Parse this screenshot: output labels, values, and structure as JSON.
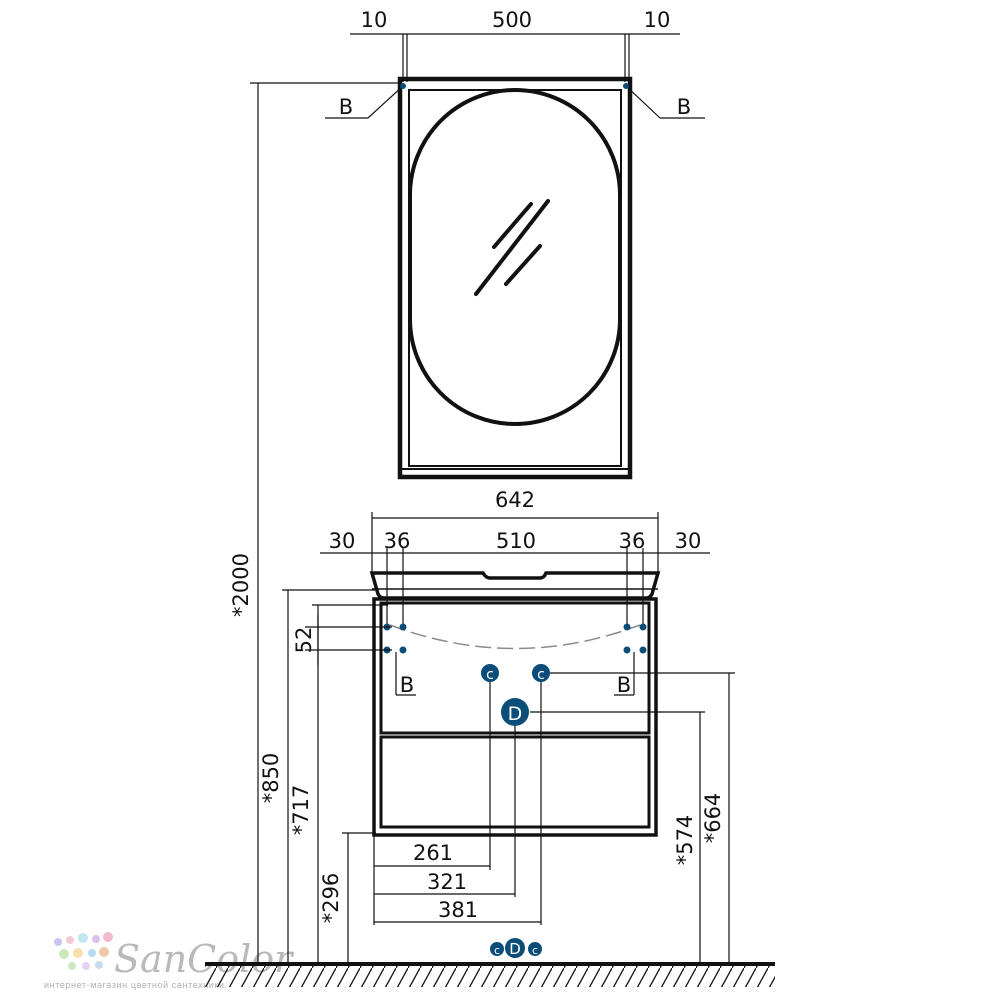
{
  "mirror": {
    "dims_top": {
      "left_margin": "10",
      "width": "500",
      "right_margin": "10"
    },
    "marker_left": "B",
    "marker_right": "B"
  },
  "cabinet": {
    "overall_width": "642",
    "widths": {
      "side_left": "30",
      "wall_left": "36",
      "inner": "510",
      "wall_right": "36",
      "side_right": "30"
    },
    "marker_left": "B",
    "marker_right": "B",
    "hole_spacing": "52",
    "connection_c": "c",
    "connection_d": "D",
    "horizontal_dims": [
      "261",
      "321",
      "381"
    ]
  },
  "heights": {
    "total": "*2000",
    "h850": "*850",
    "h717": "*717",
    "h296": "*296",
    "h574": "*574",
    "h664": "*664"
  },
  "floor_markers": {
    "c_left": "c",
    "d": "D",
    "c_right": "c"
  },
  "watermark": {
    "brand": "SanColor",
    "tagline": "интернет-магазин цветной сантехники"
  },
  "colors": {
    "line": "#111111",
    "marker": "#0a4d78",
    "watermark": "#b9b9b9"
  }
}
